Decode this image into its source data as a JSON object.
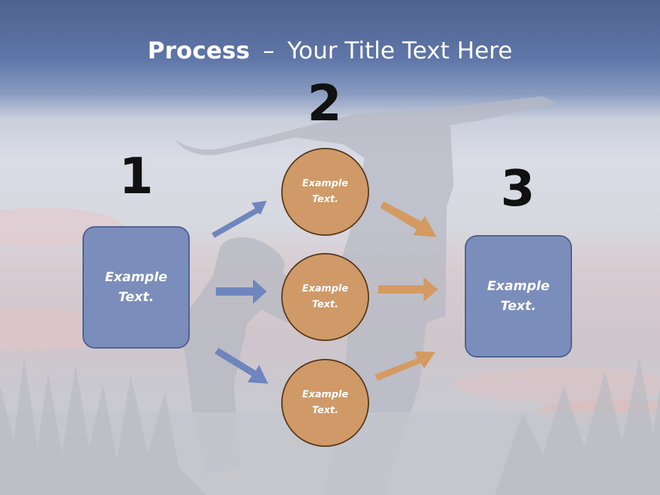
{
  "title": {
    "bold": "Process",
    "separator": "–",
    "rest": "Your Title Text Here"
  },
  "step_numbers": [
    "1",
    "2",
    "3"
  ],
  "left_box": {
    "text_line1": "Example",
    "text_line2": "Text."
  },
  "circles": [
    {
      "text_line1": "Example",
      "text_line2": "Text."
    },
    {
      "text_line1": "Example",
      "text_line2": "Text."
    },
    {
      "text_line1": "Example",
      "text_line2": "Text."
    }
  ],
  "right_box": {
    "text_line1": "Example",
    "text_line2": "Text."
  },
  "colors": {
    "box_fill": "#7b8dbb",
    "box_border": "#4d5f8c",
    "circle_fill": "#cf9a68",
    "circle_border": "#5a3b1c",
    "arrow_blue": "#6f85bd",
    "arrow_orange": "#d49a62",
    "title_band": "#5f76a8"
  }
}
